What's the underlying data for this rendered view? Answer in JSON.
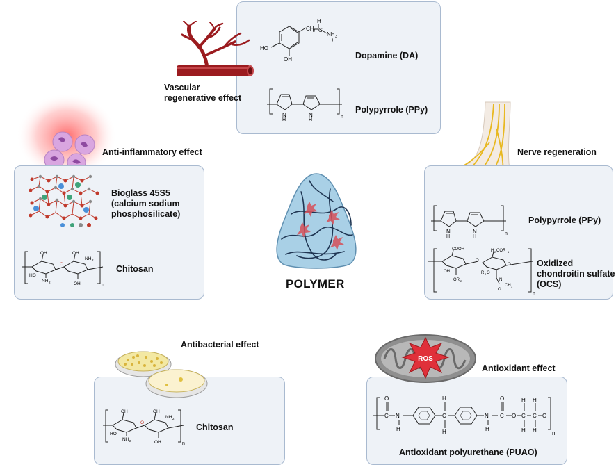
{
  "center": {
    "title": "POLYMER"
  },
  "vascular": {
    "effect_line1": "Vascular",
    "effect_line2": "regenerative effect",
    "compound1": "Dopamine (DA)",
    "compound2": "Polypyrrole (PPy)"
  },
  "inflammatory": {
    "effect": "Anti-inflammatory effect",
    "compound1_line1": "Bioglass 45S5",
    "compound1_line2": "(calcium sodium",
    "compound1_line3": "phosphosilicate)",
    "compound2": "Chitosan"
  },
  "nerve": {
    "effect": "Nerve regeneration",
    "compound1": "Polypyrrole (PPy)",
    "compound2_line1": "Oxidized",
    "compound2_line2": "chondroitin sulfate",
    "compound2_line3": "(OCS)"
  },
  "antibacterial": {
    "effect": "Antibacterial effect",
    "compound": "Chitosan"
  },
  "antioxidant": {
    "effect": "Antioxidant effect",
    "ros": "ROS",
    "compound": "Antioxidant polyurethane (PUAO)"
  },
  "colors": {
    "panel_fill": "#eef2f7",
    "panel_border": "#a9bad0",
    "vessel": "#9b1b1f",
    "polymer": "#a9d0e6",
    "cells": "#d68fd6",
    "nerve": "#e8b820",
    "ros": "#e0303a"
  }
}
